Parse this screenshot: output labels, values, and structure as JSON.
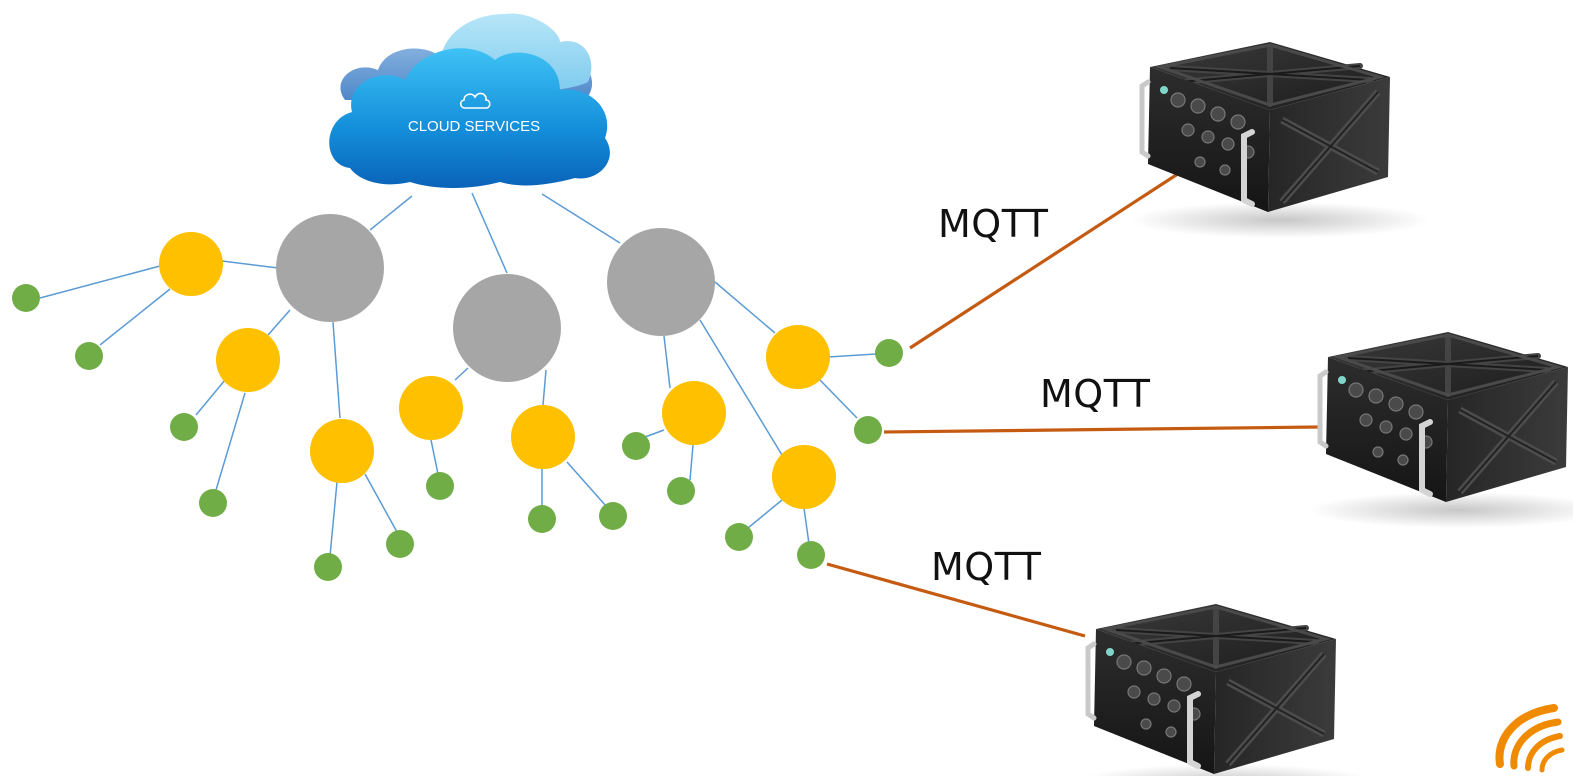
{
  "cloud": {
    "label": "CLOUD SERVICES",
    "icon": "cloud-outline-icon"
  },
  "links": [
    {
      "label": "MQTT",
      "device": "rugged-computer-1"
    },
    {
      "label": "MQTT",
      "device": "rugged-computer-2"
    },
    {
      "label": "MQTT",
      "device": "rugged-computer-3"
    }
  ],
  "colors": {
    "hub_node": "#a6a6a6",
    "relay_node": "#ffc000",
    "edge_node": "#70ad47",
    "mesh_link": "#5b9bd5",
    "mqtt_link": "#c55a11",
    "cloud_light": "#36b5ee",
    "cloud_dark": "#0a63b8",
    "device_body": "#2a2a2a",
    "logo": "#f08a00"
  }
}
